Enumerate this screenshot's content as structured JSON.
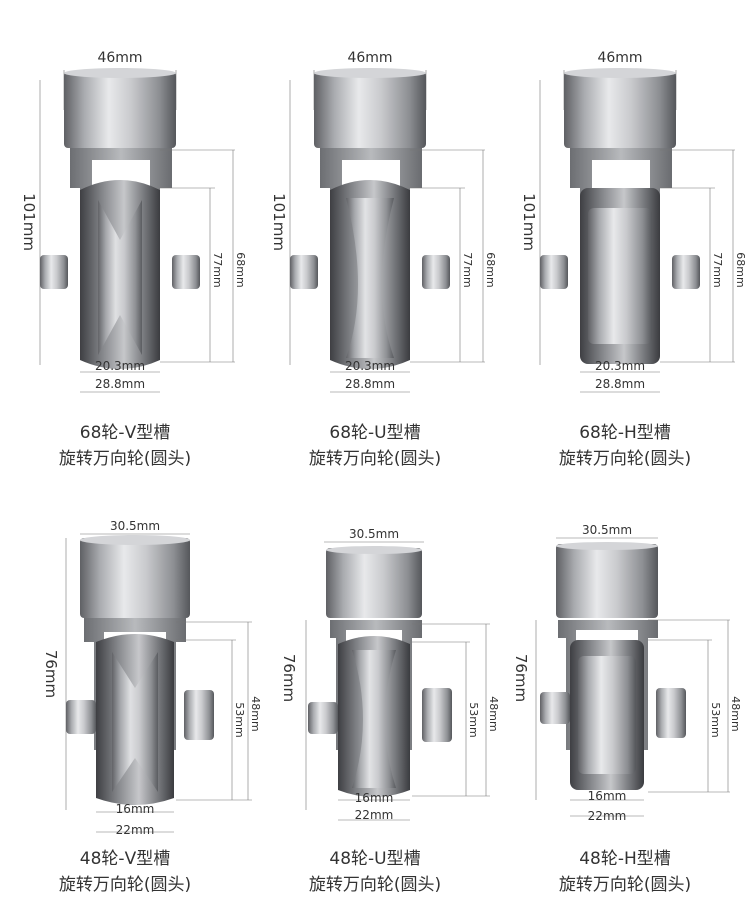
{
  "products": [
    {
      "width_label": "46mm",
      "height_label": "101mm",
      "inner_label": "77mm",
      "outer_label": "68mm",
      "groove_label": "20.3mm",
      "base_label": "28.8mm",
      "groove": "V",
      "caption_line1": "68轮-V型槽",
      "caption_line2": "旋转万向轮(圆头)"
    },
    {
      "width_label": "46mm",
      "height_label": "101mm",
      "inner_label": "77mm",
      "outer_label": "68mm",
      "groove_label": "20.3mm",
      "base_label": "28.8mm",
      "groove": "U",
      "caption_line1": "68轮-U型槽",
      "caption_line2": "旋转万向轮(圆头)"
    },
    {
      "width_label": "46mm",
      "height_label": "101mm",
      "inner_label": "77mm",
      "outer_label": "68mm",
      "groove_label": "20.3mm",
      "base_label": "28.8mm",
      "groove": "H",
      "caption_line1": "68轮-H型槽",
      "caption_line2": "旋转万向轮(圆头)"
    },
    {
      "width_label": "30.5mm",
      "height_label": "76mm",
      "inner_label": "53mm",
      "outer_label": "48mm",
      "groove_label": "16mm",
      "base_label": "22mm",
      "groove": "V",
      "caption_line1": "48轮-V型槽",
      "caption_line2": "旋转万向轮(圆头)"
    },
    {
      "width_label": "30.5mm",
      "height_label": "76mm",
      "inner_label": "53mm",
      "outer_label": "48mm",
      "groove_label": "16mm",
      "base_label": "22mm",
      "groove": "U",
      "caption_line1": "48轮-U型槽",
      "caption_line2": "旋转万向轮(圆头)"
    },
    {
      "width_label": "30.5mm",
      "height_label": "76mm",
      "inner_label": "53mm",
      "outer_label": "48mm",
      "groove_label": "16mm",
      "base_label": "22mm",
      "groove": "H",
      "caption_line1": "48轮-H型槽",
      "caption_line2": "旋转万向轮(圆头)"
    }
  ]
}
